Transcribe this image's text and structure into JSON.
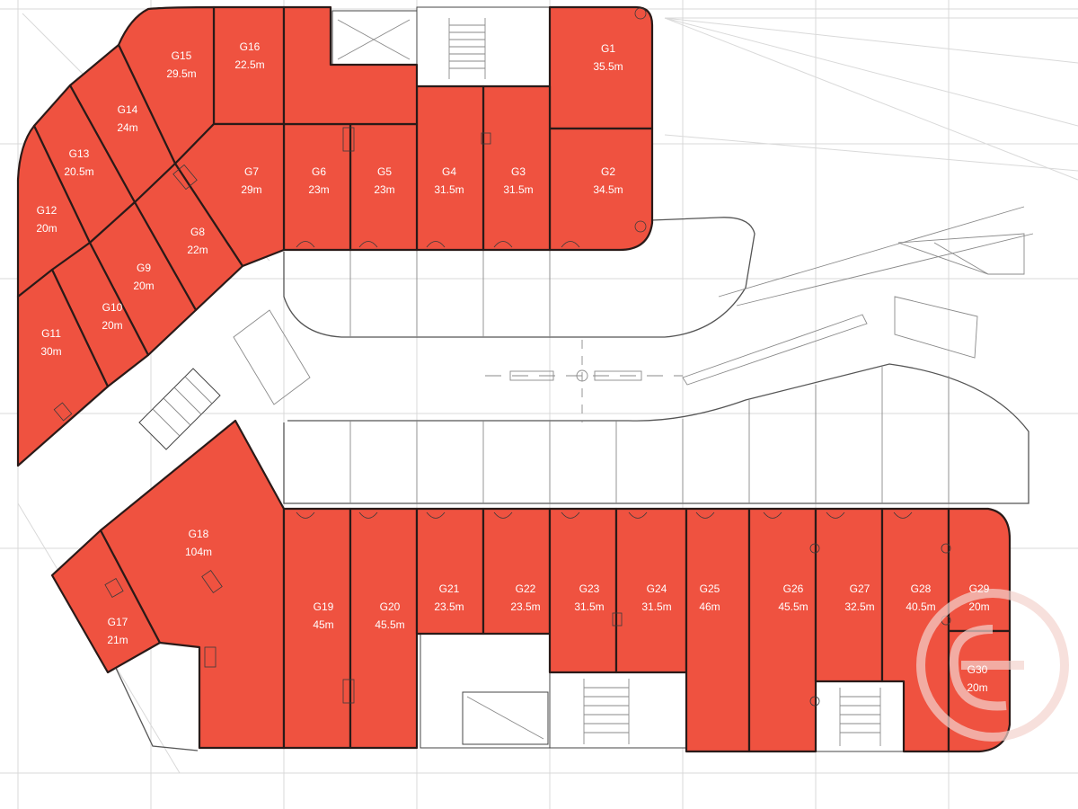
{
  "units": [
    {
      "id": "G1",
      "area": "35.5m"
    },
    {
      "id": "G2",
      "area": "34.5m"
    },
    {
      "id": "G3",
      "area": "31.5m"
    },
    {
      "id": "G4",
      "area": "31.5m"
    },
    {
      "id": "G5",
      "area": "23m"
    },
    {
      "id": "G6",
      "area": "23m"
    },
    {
      "id": "G7",
      "area": "29m"
    },
    {
      "id": "G8",
      "area": "22m"
    },
    {
      "id": "G9",
      "area": "20m"
    },
    {
      "id": "G10",
      "area": "20m"
    },
    {
      "id": "G11",
      "area": "30m"
    },
    {
      "id": "G12",
      "area": "20m"
    },
    {
      "id": "G13",
      "area": "20.5m"
    },
    {
      "id": "G14",
      "area": "24m"
    },
    {
      "id": "G15",
      "area": "29.5m"
    },
    {
      "id": "G16",
      "area": "22.5m"
    },
    {
      "id": "G17",
      "area": "21m"
    },
    {
      "id": "G18",
      "area": "104m"
    },
    {
      "id": "G19",
      "area": "45m"
    },
    {
      "id": "G20",
      "area": "45.5m"
    },
    {
      "id": "G21",
      "area": "23.5m"
    },
    {
      "id": "G22",
      "area": "23.5m"
    },
    {
      "id": "G23",
      "area": "31.5m"
    },
    {
      "id": "G24",
      "area": "31.5m"
    },
    {
      "id": "G25",
      "area": "46m"
    },
    {
      "id": "G26",
      "area": "45.5m"
    },
    {
      "id": "G27",
      "area": "32.5m"
    },
    {
      "id": "G28",
      "area": "40.5m"
    },
    {
      "id": "G29",
      "area": "20m"
    },
    {
      "id": "G30",
      "area": "20m"
    }
  ],
  "colors": {
    "unit_fill": "#ef5240",
    "background": "#ffffff",
    "outline": "#2a1a18"
  }
}
